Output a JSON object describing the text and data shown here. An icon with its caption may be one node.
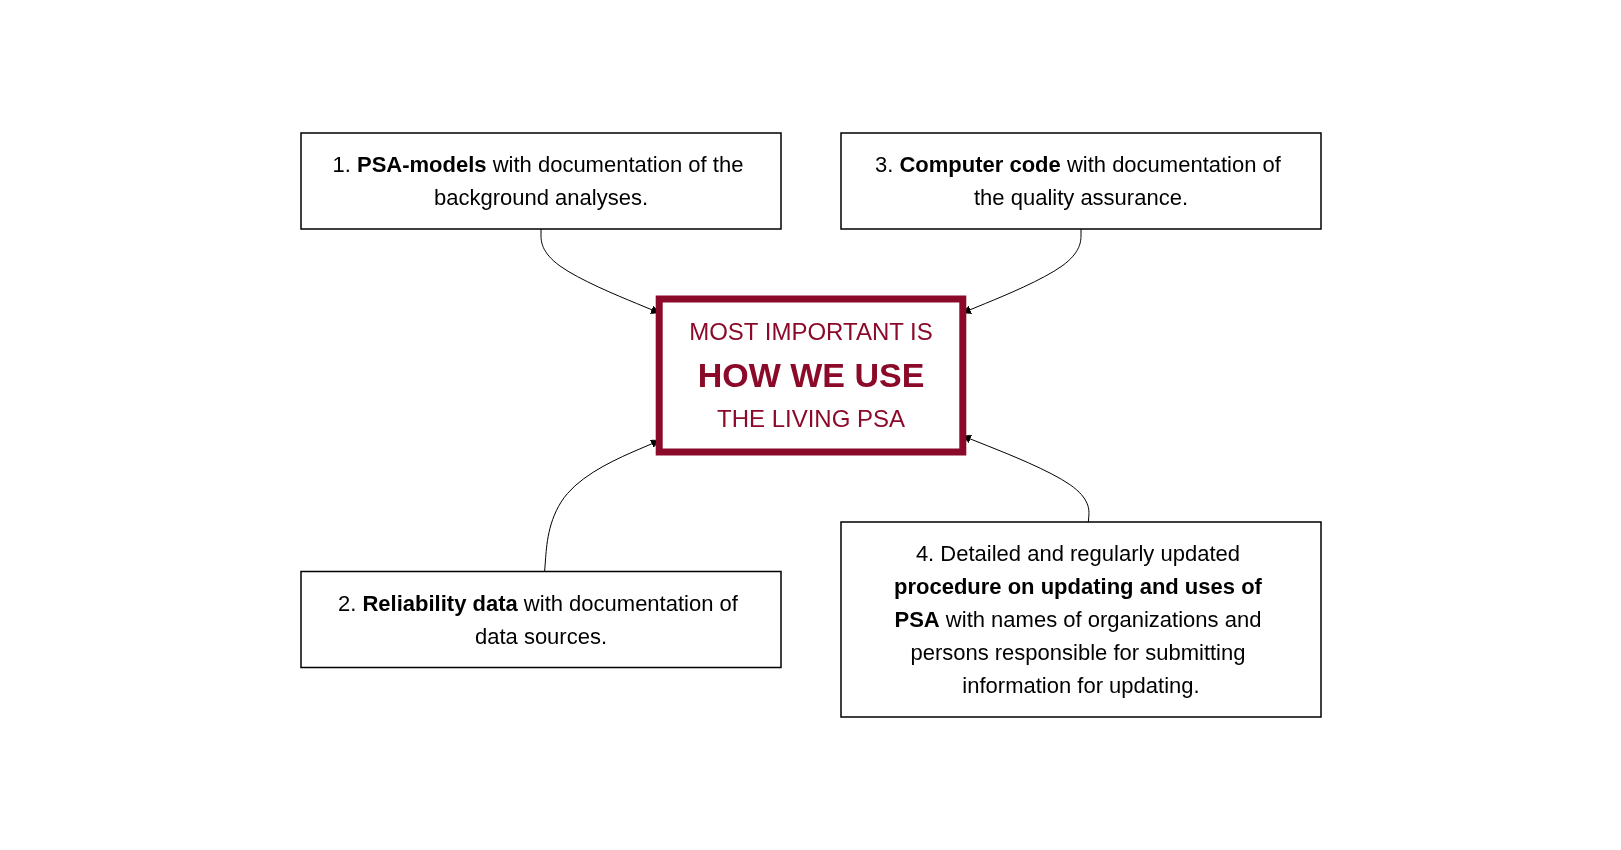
{
  "diagram": {
    "nodes": [
      {
        "text": [
          "1. **PSA-models** with documentation of the background analyses."
        ]
      },
      {
        "text": [
          "3. **Computer code** with documentation of the quality assurance."
        ]
      },
      {
        "text": [
          "MOST IMPORTANT IS",
          "HOW WE USE",
          "THE LIVING PSA"
        ]
      },
      {
        "text": [
          "2. **Reliability data** with documentation of data sources."
        ]
      },
      {
        "text": [
          "4. Detailed and regularly updated **procedure on updating and uses of PSA** with names of organizations and persons responsible for submitting information for updating."
        ]
      }
    ],
    "edges": [
      {
        "from": 0,
        "to": 2,
        "arrow": "to"
      },
      {
        "from": 1,
        "to": 2,
        "arrow": "to"
      },
      {
        "from": 3,
        "to": 2,
        "arrow": "to"
      },
      {
        "from": 4,
        "to": 2,
        "arrow": "to"
      }
    ]
  }
}
